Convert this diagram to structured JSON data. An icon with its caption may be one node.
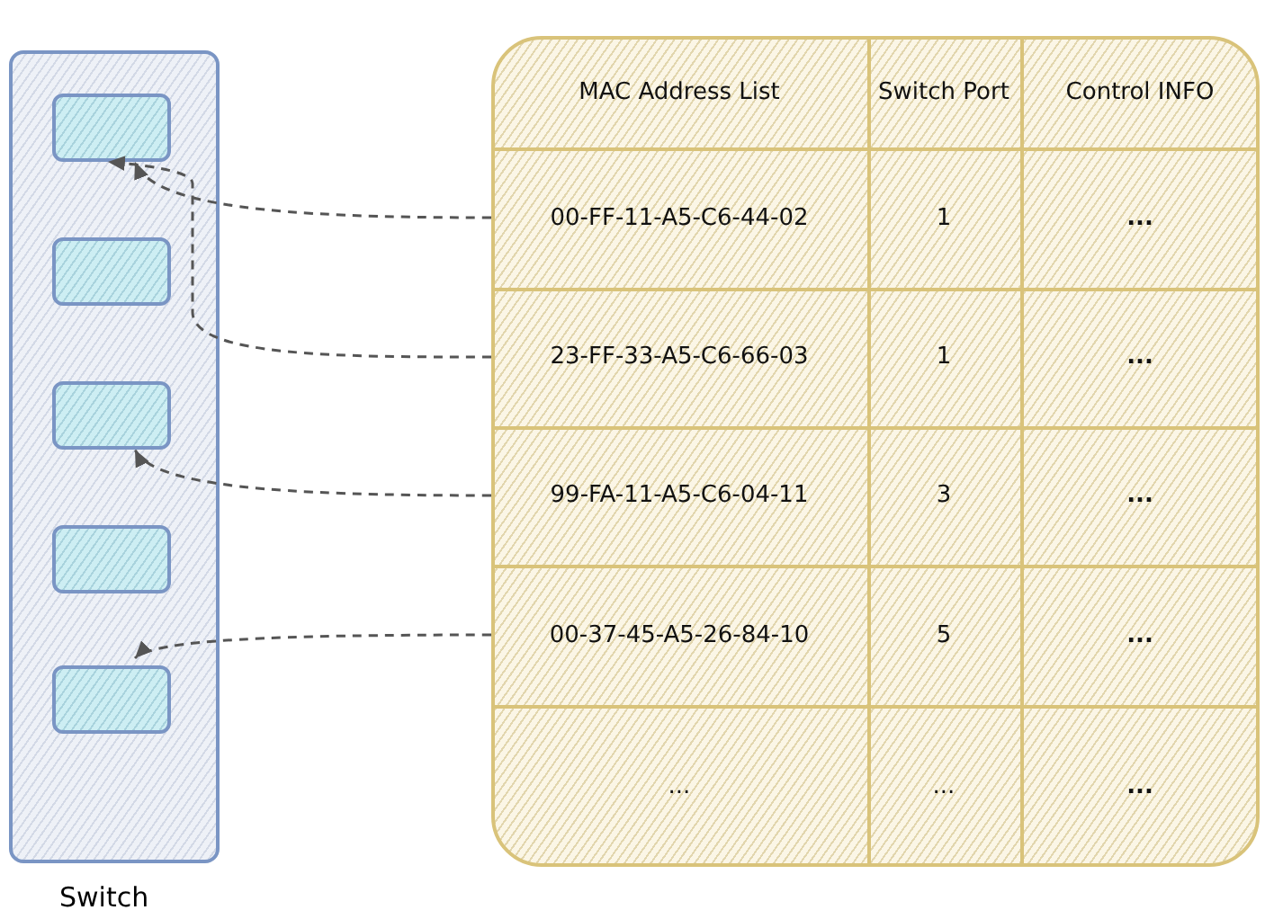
{
  "diagram": {
    "nodes": [
      {
        "text": [
          "Switch"
        ]
      },
      {
        "text": [],
        "shape": "box",
        "in": 0
      },
      {
        "text": [],
        "shape": "box",
        "in": 0
      },
      {
        "text": [],
        "shape": "box",
        "in": 0
      },
      {
        "text": [],
        "shape": "box",
        "in": 0
      },
      {
        "text": [],
        "shape": "box",
        "in": 0
      },
      {
        "text": [
          "00-FF-11-A5-C6-44-02"
        ]
      },
      {
        "text": [
          "23-FF-33-A5-C6-66-03"
        ]
      },
      {
        "text": [
          "99-FA-11-A5-C6-04-11"
        ]
      },
      {
        "text": [
          "00-37-45-A5-26-84-10"
        ]
      }
    ],
    "edges": [
      {
        "from": 6,
        "to": 1,
        "arrow": "to",
        "style": "dashed"
      },
      {
        "from": 7,
        "to": 1,
        "arrow": "to",
        "style": "dashed"
      },
      {
        "from": 8,
        "to": 3,
        "arrow": "to",
        "style": "dashed"
      },
      {
        "from": 9,
        "to": 5,
        "arrow": "to",
        "style": "dashed"
      }
    ],
    "labels": [
      "MAC Address List",
      "Switch Port",
      "Control INFO",
      "1",
      "...",
      "1",
      "...",
      "3",
      "...",
      "5",
      "...",
      "...",
      "...",
      "..."
    ]
  }
}
